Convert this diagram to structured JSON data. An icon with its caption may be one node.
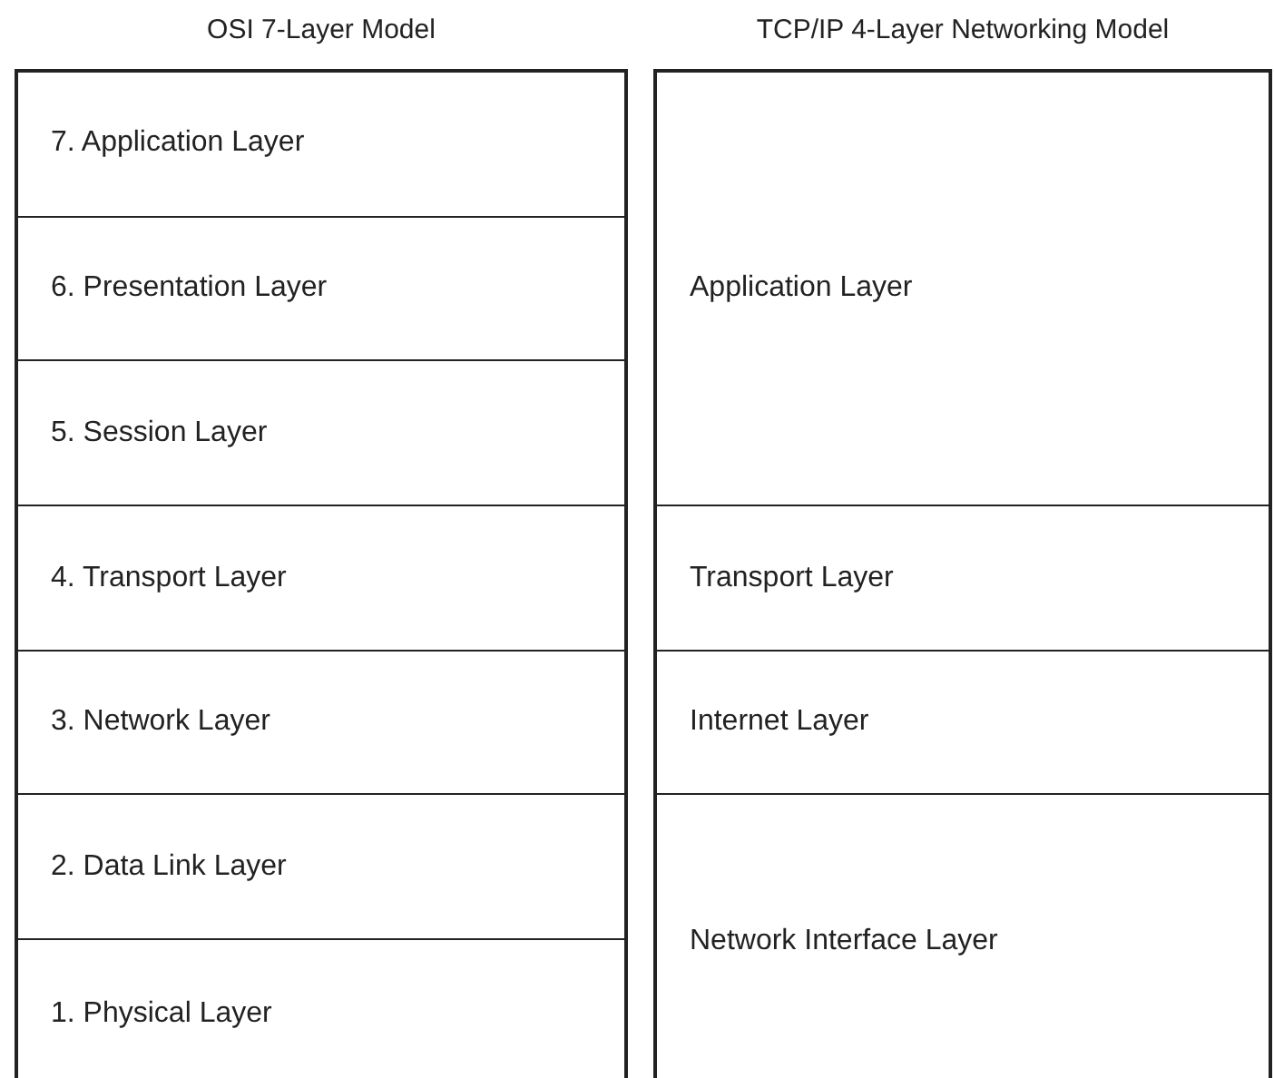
{
  "diagram": {
    "nodes": [
      {
        "text": [
          "OSI 7-Layer Model"
        ]
      },
      {
        "text": [
          "7. Application Layer"
        ],
        "in": 0
      },
      {
        "text": [
          "6. Presentation Layer"
        ],
        "in": 0
      },
      {
        "text": [
          "5. Session Layer"
        ],
        "in": 0
      },
      {
        "text": [
          "4. Transport Layer"
        ],
        "in": 0
      },
      {
        "text": [
          "3. Network Layer"
        ],
        "in": 0
      },
      {
        "text": [
          "2. Data Link Layer"
        ],
        "in": 0
      },
      {
        "text": [
          "1. Physical Layer"
        ],
        "in": 0
      },
      {
        "text": [
          "TCP/IP 4-Layer Networking Model"
        ]
      },
      {
        "text": [
          "Application Layer"
        ],
        "in": 8
      },
      {
        "text": [
          "Transport Layer"
        ],
        "in": 8
      },
      {
        "text": [
          "Internet Layer"
        ],
        "in": 8
      },
      {
        "text": [
          "Network Interface Layer"
        ],
        "in": 8
      }
    ]
  }
}
